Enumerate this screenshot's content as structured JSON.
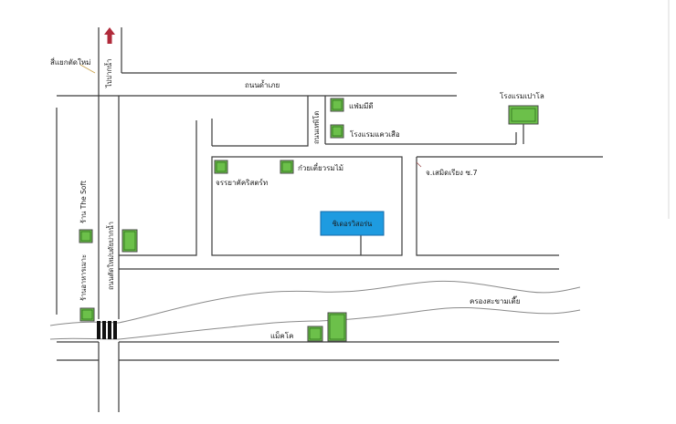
{
  "labels": {
    "intersection": "สี่แยกตัดใหม่",
    "to_pak_nam": "ไปปากน้ำ",
    "road_top": "ถนนด้ำเภย",
    "road_side": "ถนนเทพิโต",
    "hotel_left": "แฟ่มมีดี",
    "hotel_mid": "โรงแรมแควเสือ",
    "hotel_right": "โรงแรมเปาโล",
    "noodle": "ก๋วยเตี๋ยวรมไม้",
    "christ_church": "จรรยาคัคริสตร์ท",
    "soi": "จ.เสมิดเรียง ซ.7",
    "target": "ซิเดอรวิสอร่น",
    "shop_soft": "ร้าน The Soft",
    "main_road": "ถนนตัดใหม่บดัยปากน้ำ",
    "restaurant": "ร้านอาหารเมาะ",
    "canal": "ครองสะขามเตี๊ย",
    "makro": "แม็คโค"
  },
  "colors": {
    "building": "#6cc04a",
    "target": "#1e9be0",
    "arrow": "#b02a3a",
    "road": "#3a3a3a"
  },
  "icons": {
    "north_arrow": "arrow-up-icon",
    "crosswalk": "crosswalk-icon"
  }
}
